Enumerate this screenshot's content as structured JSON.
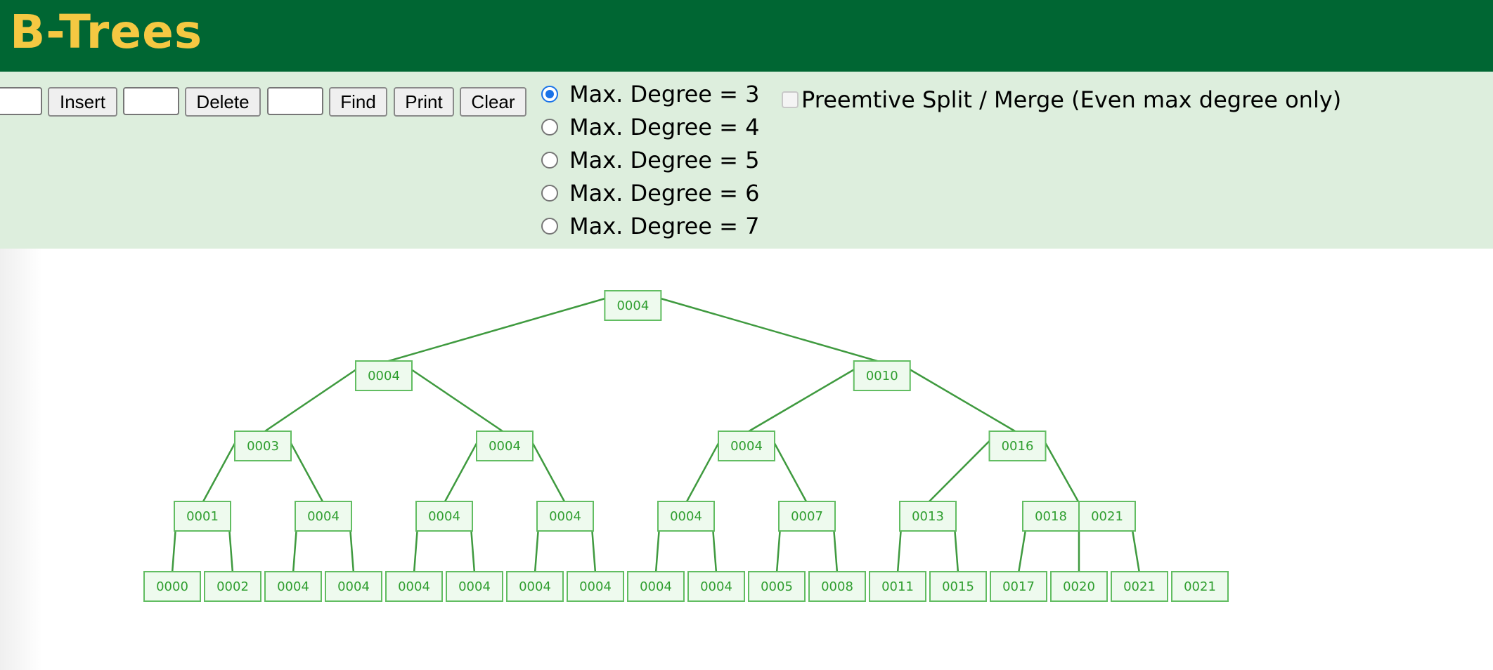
{
  "header": {
    "title": "B-Trees"
  },
  "controls": {
    "insert_label": "Insert",
    "delete_label": "Delete",
    "find_label": "Find",
    "print_label": "Print",
    "clear_label": "Clear",
    "degree_options": [
      {
        "label": "Max. Degree = 3",
        "checked": true
      },
      {
        "label": "Max. Degree = 4",
        "checked": false
      },
      {
        "label": "Max. Degree = 5",
        "checked": false
      },
      {
        "label": "Max. Degree = 6",
        "checked": false
      },
      {
        "label": "Max. Degree = 7",
        "checked": false
      }
    ],
    "preemptive_label": "Preemtive Split / Merge (Even max degree only)",
    "preemptive_checked": false
  },
  "tree": {
    "levels": [
      [
        [
          "0004"
        ]
      ],
      [
        [
          "0004"
        ],
        [
          "0010"
        ]
      ],
      [
        [
          "0003"
        ],
        [
          "0004"
        ],
        [
          "0004"
        ],
        [
          "0016"
        ]
      ],
      [
        [
          "0001"
        ],
        [
          "0004"
        ],
        [
          "0004"
        ],
        [
          "0004"
        ],
        [
          "0004"
        ],
        [
          "0007"
        ],
        [
          "0013"
        ],
        [
          "0018",
          "0021"
        ]
      ],
      [
        [
          "0000"
        ],
        [
          "0002"
        ],
        [
          "0004"
        ],
        [
          "0004"
        ],
        [
          "0004"
        ],
        [
          "0004"
        ],
        [
          "0004"
        ],
        [
          "0004"
        ],
        [
          "0004"
        ],
        [
          "0004"
        ],
        [
          "0005"
        ],
        [
          "0008"
        ],
        [
          "0011"
        ],
        [
          "0015"
        ],
        [
          "0017"
        ],
        [
          "0020"
        ],
        [
          "0021"
        ],
        [
          "0021"
        ]
      ]
    ],
    "colors": {
      "node_fill": "#eefaee",
      "node_border": "#62bd62",
      "edge": "#3f9a3f",
      "text": "#2f9e2f"
    }
  }
}
